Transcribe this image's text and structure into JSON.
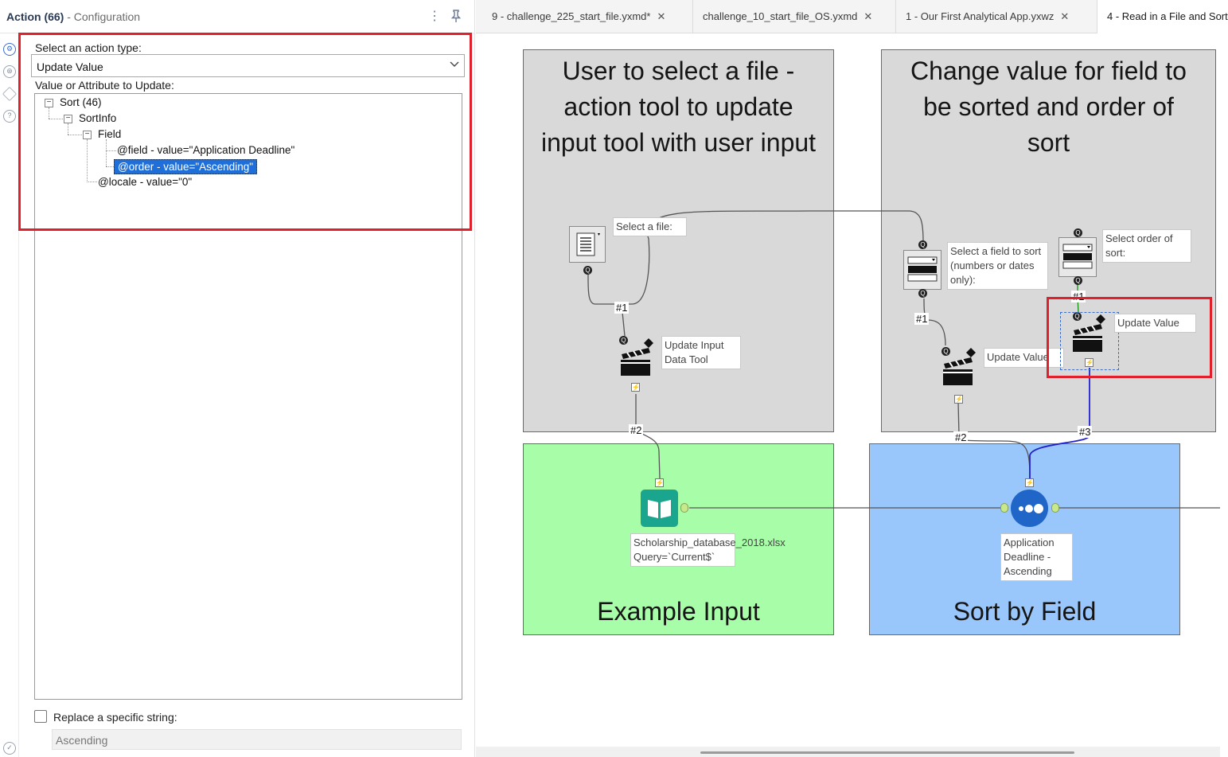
{
  "panel": {
    "title": "Action (66)",
    "subtitle": "- Configuration",
    "action_type_label": "Select an action type:",
    "action_type_value": "Update Value",
    "value_attr_label": "Value or Attribute to Update:",
    "tree": [
      {
        "label": "Sort (46)",
        "toggle": "−"
      },
      {
        "label": "SortInfo",
        "toggle": "−"
      },
      {
        "label": "Field",
        "toggle": "−"
      },
      {
        "label": "@field - value=\"Application Deadline\""
      },
      {
        "label": "@order - value=\"Ascending\"",
        "selected": true
      },
      {
        "label": "@locale - value=\"0\""
      }
    ],
    "replace_label": "Replace a specific string:",
    "replace_value": "Ascending",
    "replace_checked": false
  },
  "tabs": [
    {
      "label": "9 - challenge_225_start_file.yxmd*",
      "close": "✕"
    },
    {
      "label": "challenge_10_start_file_OS.yxmd",
      "close": "✕"
    },
    {
      "label": "1 - Our First Analytical App.yxwz",
      "close": "✕"
    },
    {
      "label": "4 - Read in a File and Sort",
      "active": true
    }
  ],
  "canvas": {
    "container1": {
      "title": "User to select a file - action tool to update input tool with user input",
      "file_browse_annotation": "Select a file:",
      "action_annotation": "Update Input Data Tool",
      "conn1": "#1",
      "conn2": "#2"
    },
    "container2": {
      "title": "Change value for field to be sorted and order of sort",
      "field_dropdown_annotation": "Select a field to sort (numbers or dates only):",
      "order_dropdown_annotation": "Select order of sort:",
      "action1_annotation": "Update Value",
      "action2_annotation": "Update Value",
      "conn1a": "#1",
      "conn1b": "#1",
      "conn2": "#2",
      "conn3": "#3"
    },
    "example_input": {
      "title": "Example Input",
      "annotation": "Scholarship_database_2018.xlsx Query=`Current$`"
    },
    "sort_by_field": {
      "title": "Sort by Field",
      "annotation": "Application Deadline - Ascending"
    }
  },
  "colors": {
    "container_gray": "#d9d9d9",
    "example_input_green": "#a8fda8",
    "sort_blue": "#99c6fb",
    "highlight_red": "#e0202a",
    "selection_blue": "#1e6fd9",
    "input_tool_teal": "#1aa58f",
    "sort_tool_blue": "#1f66c8"
  },
  "icons": {
    "menu": "⋮",
    "pin": "📌",
    "checkmark": "✓",
    "chevron": "⌄"
  }
}
